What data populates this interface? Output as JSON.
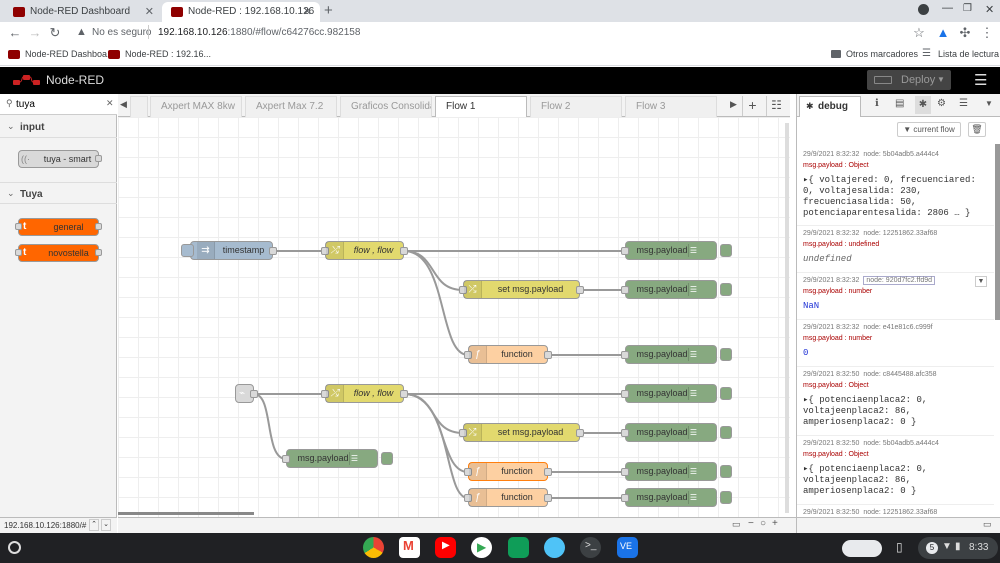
{
  "browser": {
    "tabs": [
      {
        "title": "Node-RED Dashboard"
      },
      {
        "title": "Node-RED : 192.168.10.126"
      }
    ],
    "security": "No es seguro",
    "url_host": "192.168.10.126",
    "url_rest": ":1880/#flow/c64276cc.982158",
    "bookmarks": [
      "Node-RED Dashboa...",
      "Node-RED : 192.16..."
    ],
    "other_bookmarks": "Otros marcadores",
    "reading_list": "Lista de lectura"
  },
  "app": {
    "title": "Node-RED",
    "deploy_label": "Deploy"
  },
  "palette": {
    "search_value": "tuya",
    "categories": [
      {
        "name": "input",
        "nodes": [
          "tuya - smart"
        ]
      },
      {
        "name": "Tuya",
        "nodes": [
          "general",
          "novostella"
        ]
      }
    ]
  },
  "workspace": {
    "tabs": [
      "Axpert MAX 8kw",
      "Axpert Max 7.2",
      "Graficos Consolidad",
      "Flow 1",
      "Flow 2",
      "Flow 3"
    ],
    "active_tab": "Flow 1",
    "nodes": {
      "timestamp": "timestamp",
      "change1": "flow , flow",
      "set1": "set msg.payload",
      "function1": "function",
      "debug1": "msg.payload",
      "debug2": "msg.payload",
      "debug3": "msg.payload",
      "change2": "flow , flow",
      "debug_left": "msg.payload",
      "set2": "set msg.payload",
      "function2": "function",
      "function3": "function",
      "debug4": "msg.payload",
      "debug5": "msg.payload",
      "debug6": "msg.payload",
      "debug7": "msg.payload"
    }
  },
  "sidebar": {
    "tab_label": "debug",
    "filter_label": "current flow",
    "messages": [
      {
        "time": "29/9/2021 8:32:32",
        "node": "node: 5b04adb5.a444c4",
        "type": "msg.payload : Object",
        "value": "{ voltajered: 0, frecuenciared: 0, voltajesalida: 230, frecuenciasalida: 50, potenciaparentesalida: 2806 … }"
      },
      {
        "time": "29/9/2021 8:32:32",
        "node": "node: 12251862.33af68",
        "type": "msg.payload : undefined",
        "value": "undefined"
      },
      {
        "time": "29/9/2021 8:32:32",
        "node": "node: 920d7fc2.ffd9d",
        "type": "msg.payload : number",
        "value": "NaN"
      },
      {
        "time": "29/9/2021 8:32:32",
        "node": "node: e41e81c6.c999f",
        "type": "msg.payload : number",
        "value": "0"
      },
      {
        "time": "29/9/2021 8:32:50",
        "node": "node: c8445488.afc358",
        "type": "msg.payload : Object",
        "value": "{ potenciaenplaca2: 0, voltajeenplaca2: 86, amperiosenplaca2: 0 }"
      },
      {
        "time": "29/9/2021 8:32:50",
        "node": "node: 5b04adb5.a444c4",
        "type": "msg.payload : Object",
        "value": "{ potenciaenplaca2: 0, voltajeenplaca2: 86, amperiosenplaca2: 0 }"
      },
      {
        "time": "29/9/2021 8:32:50",
        "node": "node: 12251862.33af68",
        "type": "",
        "value": ""
      }
    ]
  },
  "status_url": "192.168.10.126:1880/#",
  "taskbar": {
    "time": "8:33",
    "battery": "5"
  },
  "colors": {
    "change": "#e2d96e",
    "debug": "#87a980",
    "function": "#fdd0a2",
    "inject": "#a6bbcf",
    "tuya": "#ff6600"
  }
}
